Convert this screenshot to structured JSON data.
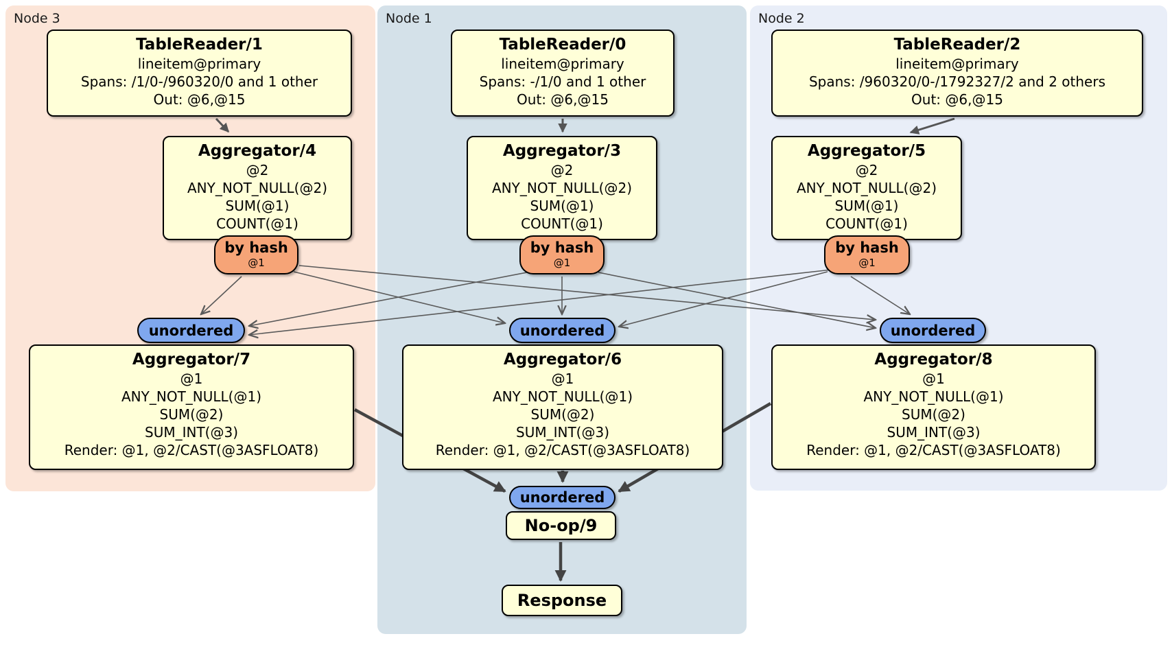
{
  "diagram": {
    "regions": [
      {
        "label": "Node 3"
      },
      {
        "label": "Node 1"
      },
      {
        "label": "Node 2"
      }
    ],
    "processors": {
      "tr1": {
        "title": "TableReader/1",
        "lines": [
          "lineitem@primary",
          "Spans: /1/0-/960320/0 and 1 other",
          "Out: @6,@15"
        ]
      },
      "tr0": {
        "title": "TableReader/0",
        "lines": [
          "lineitem@primary",
          "Spans: -/1/0 and 1 other",
          "Out: @6,@15"
        ]
      },
      "tr2": {
        "title": "TableReader/2",
        "lines": [
          "lineitem@primary",
          "Spans: /960320/0-/1792327/2 and 2 others",
          "Out: @6,@15"
        ]
      },
      "agg4": {
        "title": "Aggregator/4",
        "lines": [
          "@2",
          "ANY_NOT_NULL(@2)",
          "SUM(@1)",
          "COUNT(@1)"
        ]
      },
      "agg3": {
        "title": "Aggregator/3",
        "lines": [
          "@2",
          "ANY_NOT_NULL(@2)",
          "SUM(@1)",
          "COUNT(@1)"
        ]
      },
      "agg5": {
        "title": "Aggregator/5",
        "lines": [
          "@2",
          "ANY_NOT_NULL(@2)",
          "SUM(@1)",
          "COUNT(@1)"
        ]
      },
      "agg7": {
        "title": "Aggregator/7",
        "lines": [
          "@1",
          "ANY_NOT_NULL(@1)",
          "SUM(@2)",
          "SUM_INT(@3)",
          "Render: @1, @2/CAST(@3ASFLOAT8)"
        ]
      },
      "agg6": {
        "title": "Aggregator/6",
        "lines": [
          "@1",
          "ANY_NOT_NULL(@1)",
          "SUM(@2)",
          "SUM_INT(@3)",
          "Render: @1, @2/CAST(@3ASFLOAT8)"
        ]
      },
      "agg8": {
        "title": "Aggregator/8",
        "lines": [
          "@1",
          "ANY_NOT_NULL(@1)",
          "SUM(@2)",
          "SUM_INT(@3)",
          "Render: @1, @2/CAST(@3ASFLOAT8)"
        ]
      },
      "noop": {
        "title": "No-op/9"
      },
      "response": {
        "title": "Response"
      }
    },
    "routers": {
      "by_hash": {
        "label": "by hash",
        "detail": "@1"
      },
      "unordered": {
        "label": "unordered"
      }
    },
    "colors": {
      "node3_bg": "#fce5d8",
      "node1_bg": "#d4e1e9",
      "node2_bg": "#e9eef8",
      "processor_bg": "#ffffd8",
      "hash_router_bg": "#f6a477",
      "sync_bg": "#7fa7ee",
      "edge_thin": "#5a5a5a",
      "edge_thick": "#444444"
    }
  }
}
